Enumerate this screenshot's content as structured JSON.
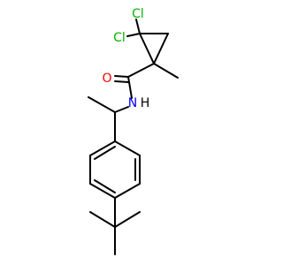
{
  "molecule": {
    "atom_labels": {
      "cl_top": "Cl",
      "cl_left": "Cl",
      "oxygen": "O",
      "nitrogen": "N",
      "hydrogen": "H"
    },
    "colors": {
      "bond": "#000000",
      "chlorine": "#00b400",
      "oxygen": "#ff0000",
      "nitrogen": "#0000ff"
    }
  }
}
